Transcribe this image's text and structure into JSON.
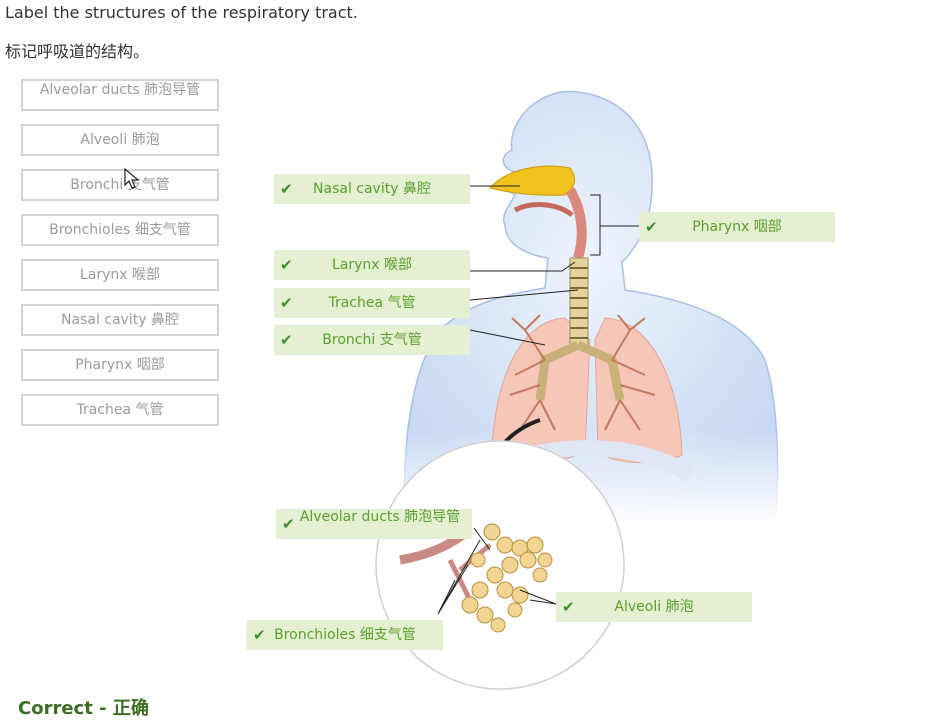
{
  "instructions": {
    "line_en": "Label the structures of the respiratory tract.",
    "line_zh": "标记呼吸道的结构。"
  },
  "word_bank": [
    "Alveolar ducts  肺泡导管",
    "Alveoli  肺泡",
    "Bronchi  支气管",
    "Bronchioles  细支气管",
    "Larynx  喉部",
    "Nasal cavity  鼻腔",
    "Pharynx  咽部",
    "Trachea  气管"
  ],
  "placed_labels": {
    "nasal_cavity": "Nasal cavity  鼻腔",
    "pharynx": "Pharynx  咽部",
    "larynx": "Larynx  喉部",
    "trachea": "Trachea  气管",
    "bronchi": "Bronchi  支气管",
    "alveolar_ducts": "Alveolar ducts  肺泡导管",
    "alveoli": "Alveoli  肺泡",
    "bronchioles": "Bronchioles  细支气管"
  },
  "check_glyph": "✔",
  "feedback": "Correct - 正确",
  "colors": {
    "drop_bg": "#e5f0d2",
    "drop_text": "#5a9e2c",
    "check": "#3f8f2a",
    "chip_border": "#d3d3d3",
    "feedback": "#3b6e22"
  }
}
